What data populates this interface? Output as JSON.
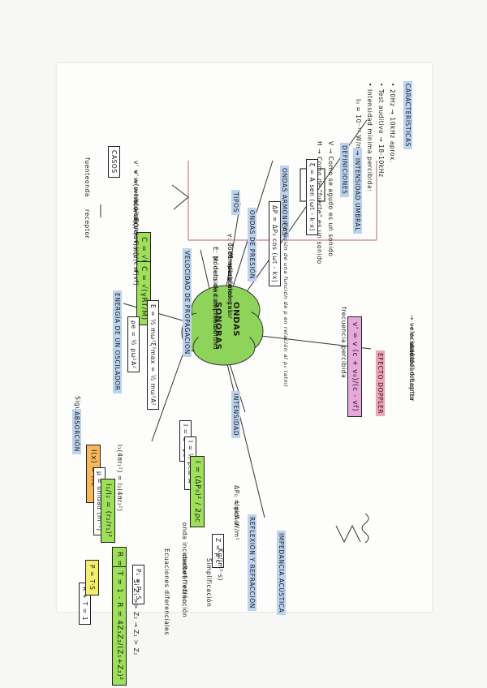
{
  "center": {
    "label_line1": "ONDAS",
    "label_line2": "SONORAS"
  },
  "nodes": {
    "caracteristicas": {
      "title": "CARACTERÍSTICAS",
      "lines": [
        "• 20Hz → 10kHz aprox.",
        "• Test auditivo → 18-10kHz",
        "• Intensidad mínima percibida:",
        "I₀ = 10⁻¹² W/m²",
        "→ INTENSIDAD UMBRAL"
      ]
    },
    "definiciones": {
      "title": "DEFINICIONES",
      "lines": [
        "V → Como se agudo es un sonido",
        "H → Como de \"fuerte\" es un sonido"
      ]
    },
    "tipos": {
      "title": "TIPOS",
      "branch_a": "ONDAS ARMÓNICAS",
      "branch_b": "ONDAS DE PRESIÓN",
      "formula_a": "ξ = A sen (ωt - k·x)",
      "formula_b": "ΔP = ΔP₀ cos (ωt - kx)",
      "note_b": "Variación de una función de p en relación al p₀ (atm)"
    },
    "velocidad": {
      "title": "VELOCIDAD DE PROPAGACIÓN",
      "formula_1": "C = √(E/ρ)",
      "formula_2": "C = √(γRT/M)",
      "notes": [
        "E: Módulo de compresibilidad",
        "ρ: densidad del medio",
        "γ: coef. adiabático gas",
        "T: temperatura",
        "M: masa molecular"
      ]
    },
    "energia": {
      "title": "ENERGÍA DE UN OSCILADOR",
      "formula_1": "E = ½ mω²ξ²max = ½ mω²A²",
      "formula_2": "ρe = ½ ρω²A²"
    },
    "absorcion": {
      "title": "ABSORCIÓN",
      "prefix": "Siguiente",
      "formula": "I(x) = I₀e⁻ᵘˣ",
      "unit": "μ = unidad (m⁻¹)"
    },
    "intensidad": {
      "title": "INTENSIDAD",
      "formula_1": "I = C · ρe",
      "formula_2": "I = ½ ρcω²A²",
      "formula_3": "I = (ΔP₀)² / 2ρc",
      "formula_4": "I₁/I₂ = (r₂/r₁)²",
      "relation": "I₁(4πr₁²) = I₂(4πr₂²)",
      "pressure": "ΔP₀ = ρcAω",
      "unit_note": "Unid: W/m²"
    },
    "reflexion": {
      "title": "REFLEXIÓN Y REFRACCIÓN",
      "impedancia": "IMPEDANCIA ACÚSTICA",
      "z_formula": "Z = ρ·c",
      "z_unit": "Kg/(m²·s)",
      "coef_r": "R = ((Z₁-Z₂)/(Z₁+Z₂))²",
      "coef_t": "T = 1 - R = 4Z₁Z₂/(Z₁+Z₂)²",
      "sum": "R + T = 1",
      "note_1": "Ecuaciones diferenciales",
      "note_2": "coef. reflexión",
      "note_3": "coef. refracción",
      "note_4": "P = T·S",
      "note_5": "P₁ = P₂·S",
      "cond": "Si Z₁ >> Z₂ → Z₁ > Z₂",
      "snell_label": "Simplificación",
      "wave_label": "onda incidente"
    },
    "doppler": {
      "title": "EFECTO DOPPLER",
      "formula": "v' = v (c + v₀)/(c - vf)",
      "legend": [
        "→ velocidad del receptor",
        "→ v. sonido",
        "→ velocidad fuente"
      ],
      "heading": "frecuencia percibida",
      "cases_title": "CASOS",
      "cases": [
        "v' = v (c + v₀)/c",
        "v' = v c/(c - vf)",
        "v' = v (c - v₀)/c",
        "v' = v c/(c + vf)",
        "v' = v (c + v₀)/(c - vf)",
        "v' = v (c - v₀)/(c + vf)"
      ],
      "diagram_label_1": "fuente",
      "diagram_label_2": "receptor",
      "diagram_label_3": "onda"
    }
  },
  "colors": {
    "green": "#9ee05a",
    "pink": "#f1a3b7",
    "magenta": "#e8a8dc",
    "blue": "#bcd3ef",
    "cloud": "#8ed35a",
    "yellow": "#f4ec6b",
    "orange": "#f6b85a"
  }
}
